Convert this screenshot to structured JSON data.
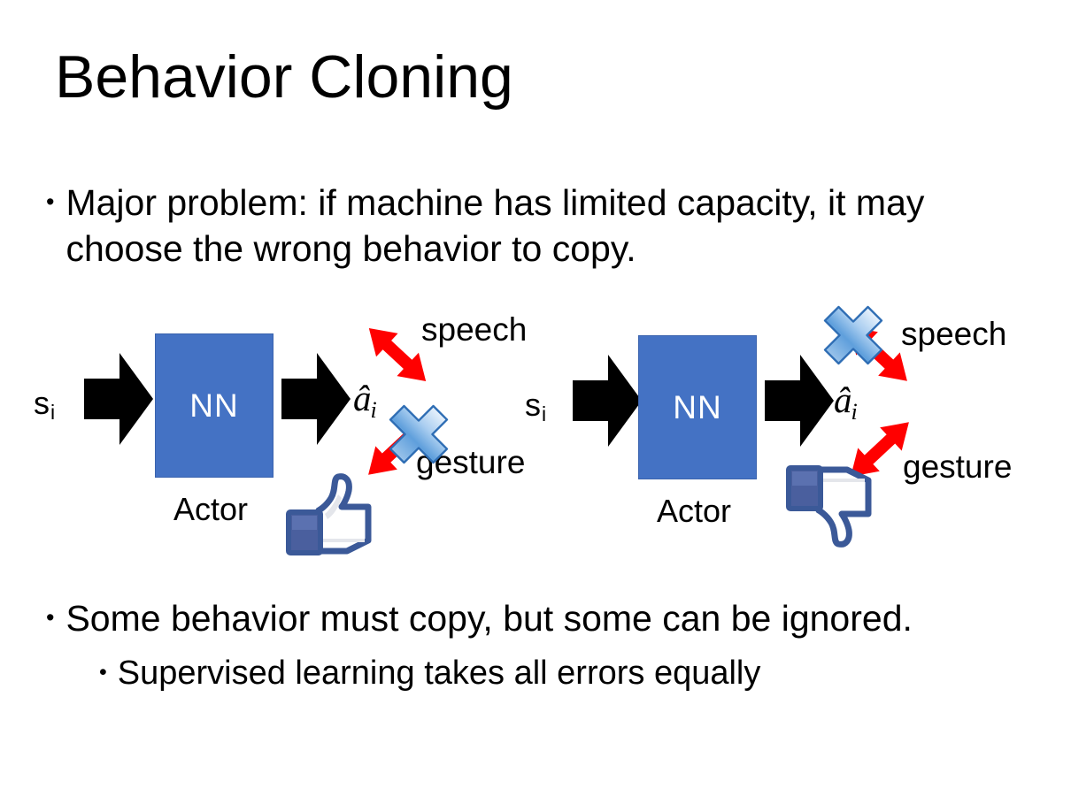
{
  "slide": {
    "title": "Behavior Cloning",
    "background_color": "#FFFFFF"
  },
  "bullets": {
    "top": {
      "marker": "•",
      "text": "Major problem: if machine has limited capacity, it may choose the wrong behavior to copy."
    },
    "bottom_1": {
      "marker": "•",
      "text": "Some behavior must copy, but some can be ignored."
    },
    "bottom_2": {
      "marker": "•",
      "text": "Supervised learning takes all errors equally"
    }
  },
  "colors": {
    "nn_box_fill": "#4472C4",
    "nn_box_border": "#3A63AE",
    "red_arrow": "#FF0000",
    "x_marker_blue_light": "#CFE2F8",
    "x_marker_blue_mid": "#6CA6E0",
    "x_marker_blue_dark": "#2E6DB4",
    "thumb_blue": "#3B5998",
    "black_arrow": "#000000",
    "text": "#000000"
  },
  "diagrams": [
    {
      "id": "left",
      "input_label": "s",
      "input_subscript": "i",
      "block_label": "NN",
      "block_caption": "Actor",
      "output_label": "â",
      "output_subscript": "i",
      "branches": [
        {
          "name": "speech",
          "label": "speech",
          "direction": "up",
          "crossed_out": false
        },
        {
          "name": "gesture",
          "label": "gesture",
          "direction": "down",
          "crossed_out": true
        }
      ],
      "verdict_icon": "thumbs-up",
      "icons": [
        "input-arrow-icon",
        "output-arrow-icon",
        "x-marker-icon",
        "thumbs-up-icon"
      ]
    },
    {
      "id": "right",
      "input_label": "s",
      "input_subscript": "i",
      "block_label": "NN",
      "block_caption": "Actor",
      "output_label": "â",
      "output_subscript": "i",
      "branches": [
        {
          "name": "speech",
          "label": "speech",
          "direction": "up",
          "crossed_out": true
        },
        {
          "name": "gesture",
          "label": "gesture",
          "direction": "down",
          "crossed_out": false
        }
      ],
      "verdict_icon": "thumbs-down",
      "icons": [
        "input-arrow-icon",
        "output-arrow-icon",
        "x-marker-icon",
        "thumbs-down-icon"
      ]
    }
  ]
}
